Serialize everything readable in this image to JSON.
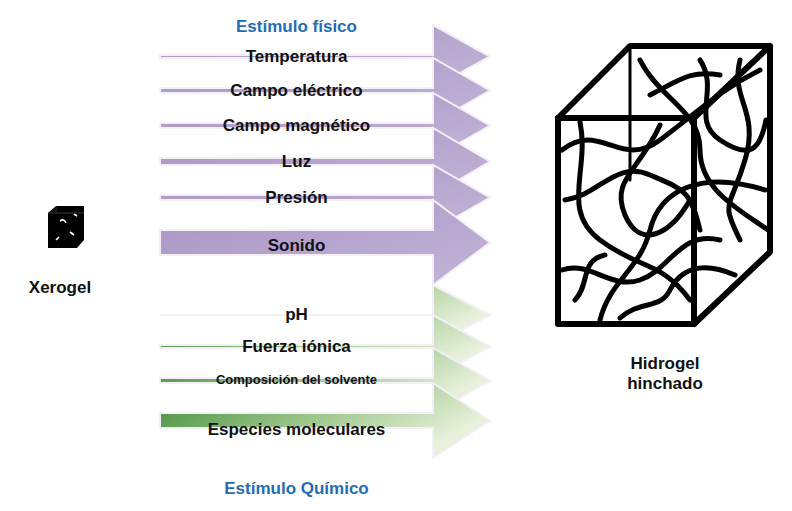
{
  "diagram": {
    "nodes": [
      {
        "text": [
          "Xerogel"
        ]
      },
      {
        "text": [
          "Estímulo físico"
        ]
      },
      {
        "text": [
          "Temperatura"
        ],
        "in": 1
      },
      {
        "text": [
          "Campo eléctrico"
        ],
        "in": 1
      },
      {
        "text": [
          "Campo magnético"
        ],
        "in": 1
      },
      {
        "text": [
          "Luz"
        ],
        "in": 1
      },
      {
        "text": [
          "Presión"
        ],
        "in": 1
      },
      {
        "text": [
          "Sonido"
        ],
        "in": 1
      },
      {
        "text": [
          "Estímulo Químico"
        ]
      },
      {
        "text": [
          "pH"
        ],
        "in": 8
      },
      {
        "text": [
          "Fuerza iónica"
        ],
        "in": 8
      },
      {
        "text": [
          "Composición del solvente"
        ],
        "in": 8
      },
      {
        "text": [
          "Especies moleculares"
        ],
        "in": 8
      },
      {
        "text": [
          "Hidrogel hinchado"
        ]
      }
    ]
  }
}
